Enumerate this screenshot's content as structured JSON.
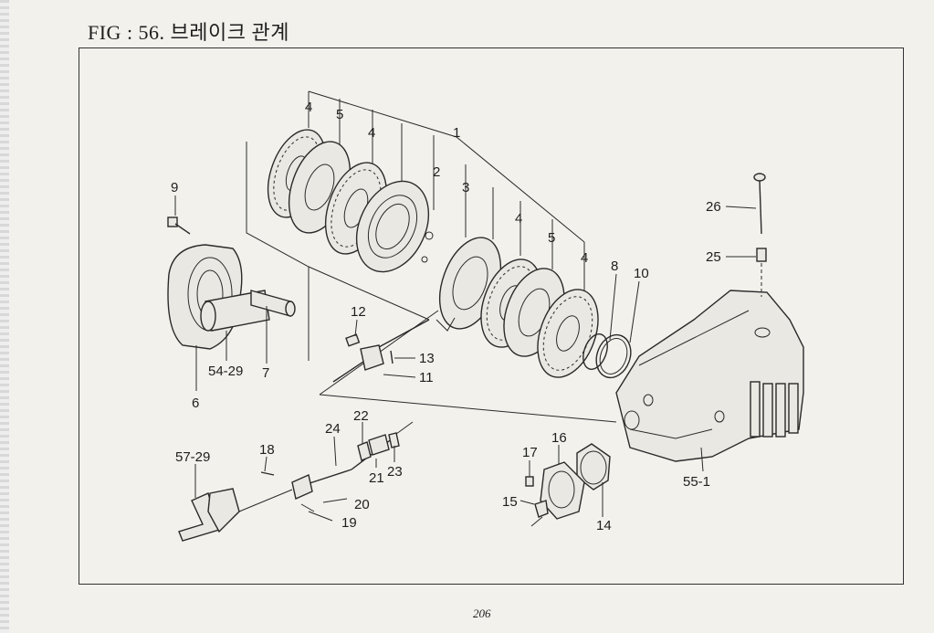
{
  "title": "FIG : 56. 브레이크 관계",
  "page_number": "206",
  "callouts": {
    "c1": "1",
    "c2": "2",
    "c3": "3",
    "c4a": "4",
    "c4b": "4",
    "c4c": "4",
    "c4d": "4",
    "c5a": "5",
    "c5b": "5",
    "c6": "6",
    "c7": "7",
    "c8": "8",
    "c9": "9",
    "c10": "10",
    "c11": "11",
    "c12": "12",
    "c13": "13",
    "c14": "14",
    "c15": "15",
    "c16": "16",
    "c17": "17",
    "c18": "18",
    "c19": "19",
    "c20": "20",
    "c21": "21",
    "c22": "22",
    "c23": "23",
    "c24": "24",
    "c25": "25",
    "c26": "26",
    "c54_29": "54-29",
    "c55_1": "55-1",
    "c57_29": "57-29"
  }
}
